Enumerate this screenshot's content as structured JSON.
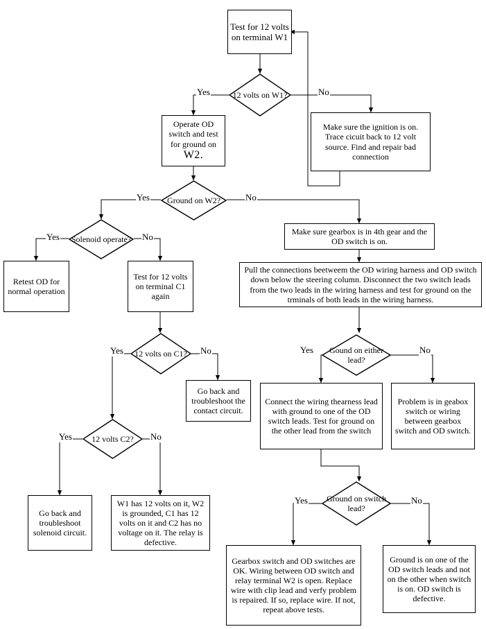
{
  "diagram": {
    "title": "Overdrive (OD) electrical troubleshooting flowchart",
    "line_color": "#000000",
    "fill_color": "#ffffff",
    "text_color": "#000000"
  },
  "nodes": {
    "test_w1": {
      "text": "Test for 12 volts on terminal W1"
    },
    "q_12v_w1": {
      "text": "12 volts on W1?"
    },
    "operate_od": {
      "text_a": "Operate OD switch and test for ground on",
      "text_b": "W2."
    },
    "ignition": {
      "text": "Make sure the ignition is on.  Trace cicuit back to 12 volt source.  Find and repair bad connection"
    },
    "q_ground_w2": {
      "text": "Ground on W2?"
    },
    "q_solenoid": {
      "text": "Solenoid operate?"
    },
    "retest_od": {
      "text": "Retest OD for normal operation"
    },
    "test_c1": {
      "text": "Test for 12 volts on terminal C1 again"
    },
    "gearbox_4th": {
      "text": "Make sure gearbox is in 4th gear and the OD switch is on."
    },
    "pull_connections": {
      "text": "Pull the connections beetweem the OD wiring harness and OD switch down below the steering column.  Disconnect the two switch leads from the two leads in the wiring harness and test for ground on the trminals of both leads in the wiring harness."
    },
    "q_12v_c1": {
      "text": "12 volts on C1?"
    },
    "contact_circuit": {
      "text": "Go back and troubleshoot the contact circuit."
    },
    "q_ground_either": {
      "text": "Gound on either lead?"
    },
    "connect_harness": {
      "text": "Connect the wiring thearness lead with ground to one of the OD switch leads.  Test for ground on the other lead from the switch"
    },
    "problem_gearbox": {
      "text": "Problem is in geabox switch or wiring between gearbox switch and OD switch."
    },
    "q_12v_c2": {
      "text": "12 volts C2?"
    },
    "solenoid_circuit": {
      "text": "Go back and troubleshoot solenoid circuit."
    },
    "relay_defective": {
      "text": "W1 has 12 volts on it, W2 is grounded, C1 has 12 volts on it and C2 has no voltage on it.   The relay is defective."
    },
    "q_ground_switch_lead": {
      "text": "Ground on switch lead?"
    },
    "wiring_open": {
      "text": "Gearbox switch and OD switches are OK.  Wiring between OD switch and relay terminal W2 is open. Replace wire with clip lead and verfy problem is repaired.  If so, replace wire.  If not, repeat above tests."
    },
    "od_switch_defective": {
      "text": "Ground is on one of the OD switch leads and not on the other when switch is on.  OD switch is defective."
    }
  },
  "edge_labels": {
    "w1_yes": "Yes",
    "w1_no": "No",
    "w2_yes": "Yes",
    "w2_no": "No",
    "sol_yes": "Yes",
    "sol_no": "No",
    "c1_yes": "Yes",
    "c1_no": "No",
    "either_yes": "Yes",
    "either_no": "No",
    "c2_yes": "Yes",
    "c2_no": "No",
    "swlead_yes": "Yes",
    "swlead_no": "No"
  }
}
